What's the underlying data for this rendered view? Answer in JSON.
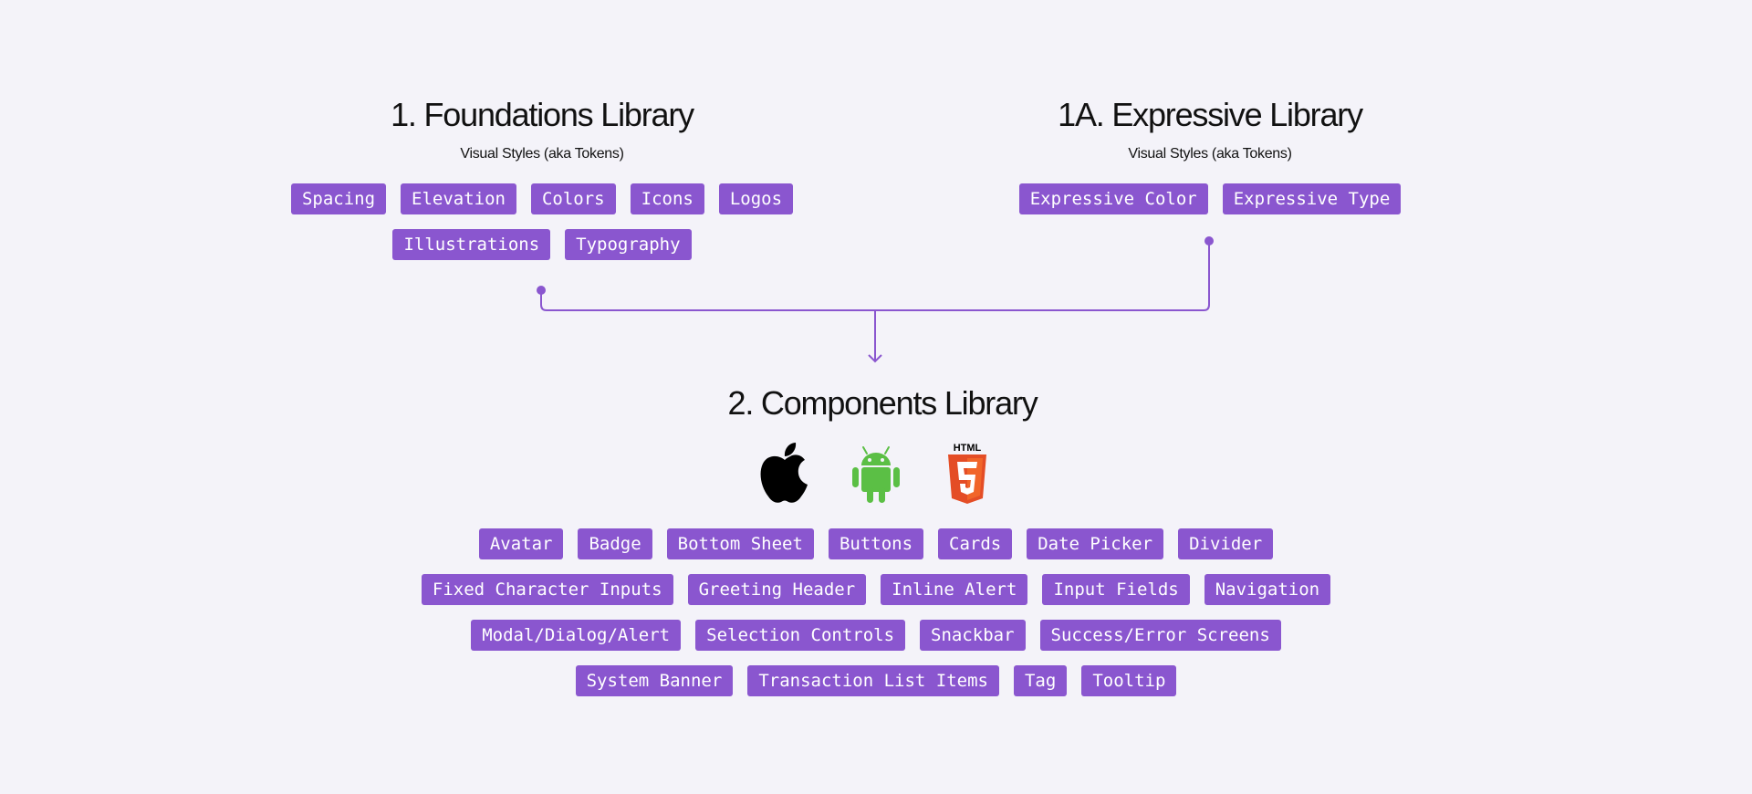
{
  "foundations": {
    "title": "1. Foundations Library",
    "subtitle": "Visual Styles (aka Tokens)",
    "tags": [
      "Spacing",
      "Elevation",
      "Colors",
      "Icons",
      "Logos",
      "Illustrations",
      "Typography"
    ]
  },
  "expressive": {
    "title": "1A. Expressive Library",
    "subtitle": "Visual Styles (aka Tokens)",
    "tags": [
      "Expressive Color",
      "Expressive Type"
    ]
  },
  "components": {
    "title": "2.  Components Library",
    "platform_icons": [
      "apple-icon",
      "android-icon",
      "html5-icon"
    ],
    "html5_badge_text": "HTML",
    "tags": [
      "Avatar",
      "Badge",
      "Bottom Sheet",
      "Buttons",
      "Cards",
      "Date Picker",
      "Divider",
      "Fixed Character Inputs",
      "Greeting Header",
      "Inline Alert",
      "Input Fields",
      "Navigation",
      "Modal/Dialog/Alert",
      "Selection Controls",
      "Snackbar",
      "Success/Error Screens",
      "System Banner",
      "Transaction List Items",
      "Tag",
      "Tooltip"
    ]
  },
  "colors": {
    "accent": "#8a56cf",
    "background": "#f4f3f9",
    "text": "#111111",
    "android": "#5bbf45",
    "html5": "#e44d26"
  }
}
